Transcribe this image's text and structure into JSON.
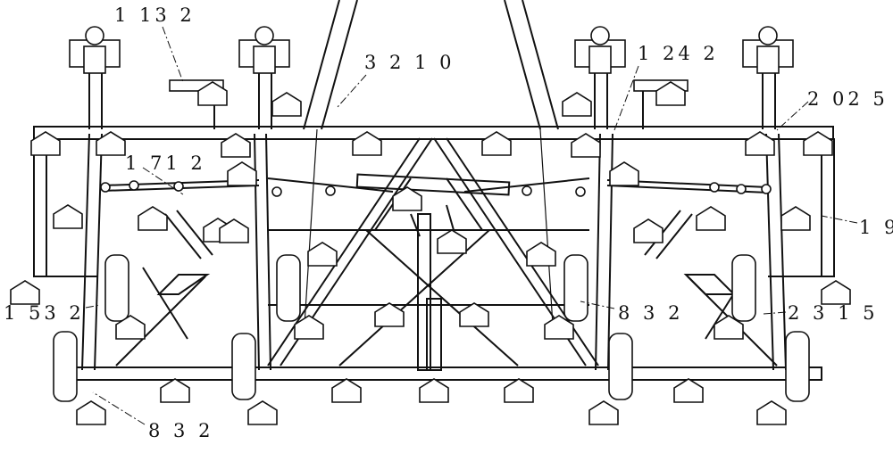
{
  "figure": {
    "background": "#ffffff",
    "line_color": "#111111",
    "reference_labels": [
      {
        "id": "label-1132",
        "text": "1 13 2"
      },
      {
        "id": "label-3210",
        "text": "3 2 1 0"
      },
      {
        "id": "label-1242",
        "text": "1 24 2"
      },
      {
        "id": "label-2025",
        "text": "2 02 5"
      },
      {
        "id": "label-1712",
        "text": "1 71 2"
      },
      {
        "id": "label-19",
        "text": "1 9"
      },
      {
        "id": "label-1532",
        "text": "1 53 2"
      },
      {
        "id": "label-832-center",
        "text": "8 3 2"
      },
      {
        "id": "label-2315",
        "text": "2 3 1 5"
      },
      {
        "id": "label-832-bottom",
        "text": "8 3 2"
      }
    ]
  }
}
